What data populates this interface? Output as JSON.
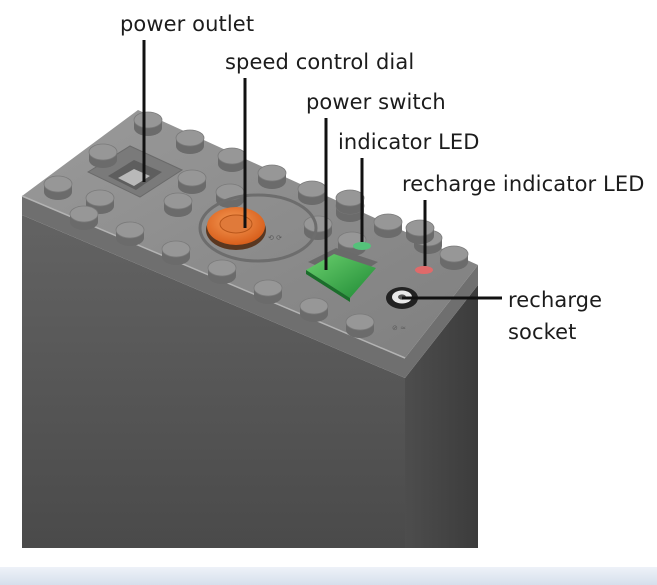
{
  "labels": {
    "power_outlet": "power outlet",
    "speed_control_dial": "speed control dial",
    "power_switch": "power switch",
    "indicator_led": "indicator LED",
    "recharge_indicator_led": "recharge indicator LED",
    "recharge_socket_line1": "recharge",
    "recharge_socket_line2": "socket"
  },
  "colors": {
    "body_top": "#8e8e8e",
    "body_front": "#565656",
    "body_side": "#474747",
    "stud": "#8a8a8a",
    "dial": "#e8702a",
    "switch": "#3db04a",
    "indicator_led": "#4cc070",
    "recharge_led": "#e05a5a",
    "leader_line": "#111111"
  }
}
